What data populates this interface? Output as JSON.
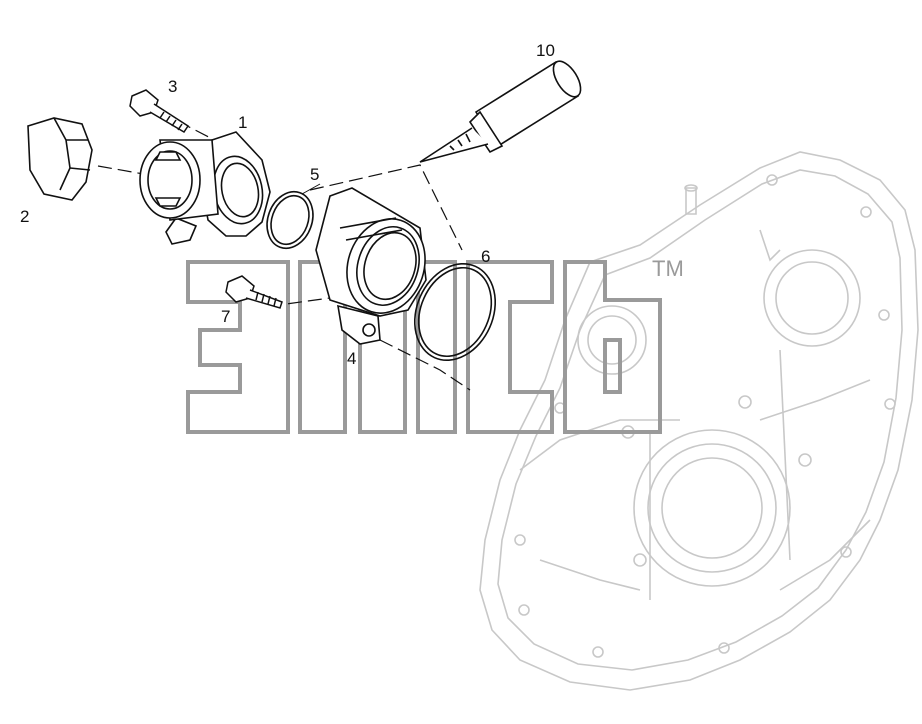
{
  "callouts": {
    "c1": "1",
    "c2": "2",
    "c3": "3",
    "c4": "4",
    "c5": "5",
    "c6": "6",
    "c7": "7",
    "c10": "10"
  },
  "watermark": {
    "trademark": "TM"
  },
  "colors": {
    "ink": "#111111",
    "housing_line": "#c8c8c8",
    "watermark": "#9a9a9a"
  }
}
